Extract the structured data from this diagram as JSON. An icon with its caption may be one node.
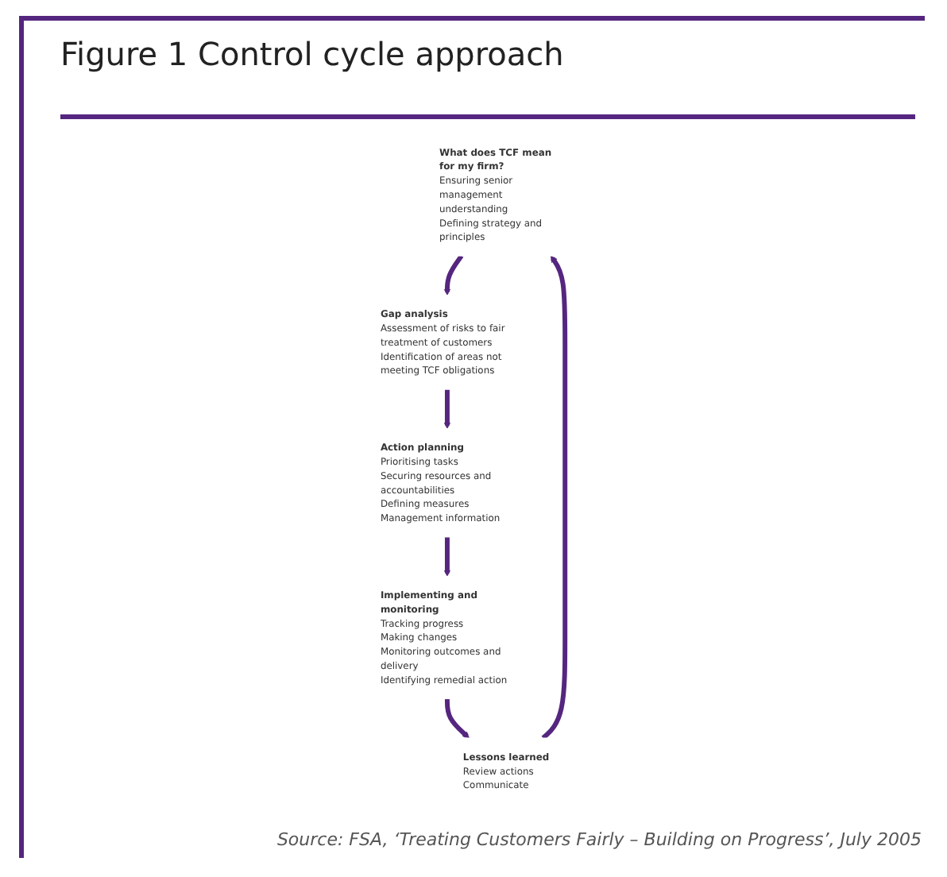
{
  "diagram": {
    "title": "Figure 1 Control cycle approach",
    "caption": "Source: FSA, ‘Treating Customers Fairly – Building on Progress’, July 2005",
    "nodes": [
      {
        "text": [
          "What does TCF mean for my firm?",
          "Ensuring senior management understanding",
          "Defining strategy and principles"
        ]
      },
      {
        "text": [
          "Gap analysis",
          "Assessment of risks to fair treatment of customers",
          "Identification of areas not meeting TCF obligations"
        ]
      },
      {
        "text": [
          "Action planning",
          "Prioritising tasks",
          "Securing resources and accountabilities",
          "Defining measures",
          "Management information"
        ]
      },
      {
        "text": [
          "Implementing and monitoring",
          "Tracking progress",
          "Making changes",
          "Monitoring outcomes and delivery",
          "Identifying remedial action"
        ]
      },
      {
        "text": [
          "Lessons learned",
          "Review actions",
          "Communicate"
        ]
      }
    ],
    "edges": [
      {
        "from": 0,
        "to": 1,
        "arrow": "to"
      },
      {
        "from": 1,
        "to": 2,
        "arrow": "to"
      },
      {
        "from": 2,
        "to": 3,
        "arrow": "to"
      },
      {
        "from": 3,
        "to": 4,
        "arrow": "to"
      },
      {
        "from": 4,
        "to": 0,
        "arrow": "to"
      }
    ]
  }
}
